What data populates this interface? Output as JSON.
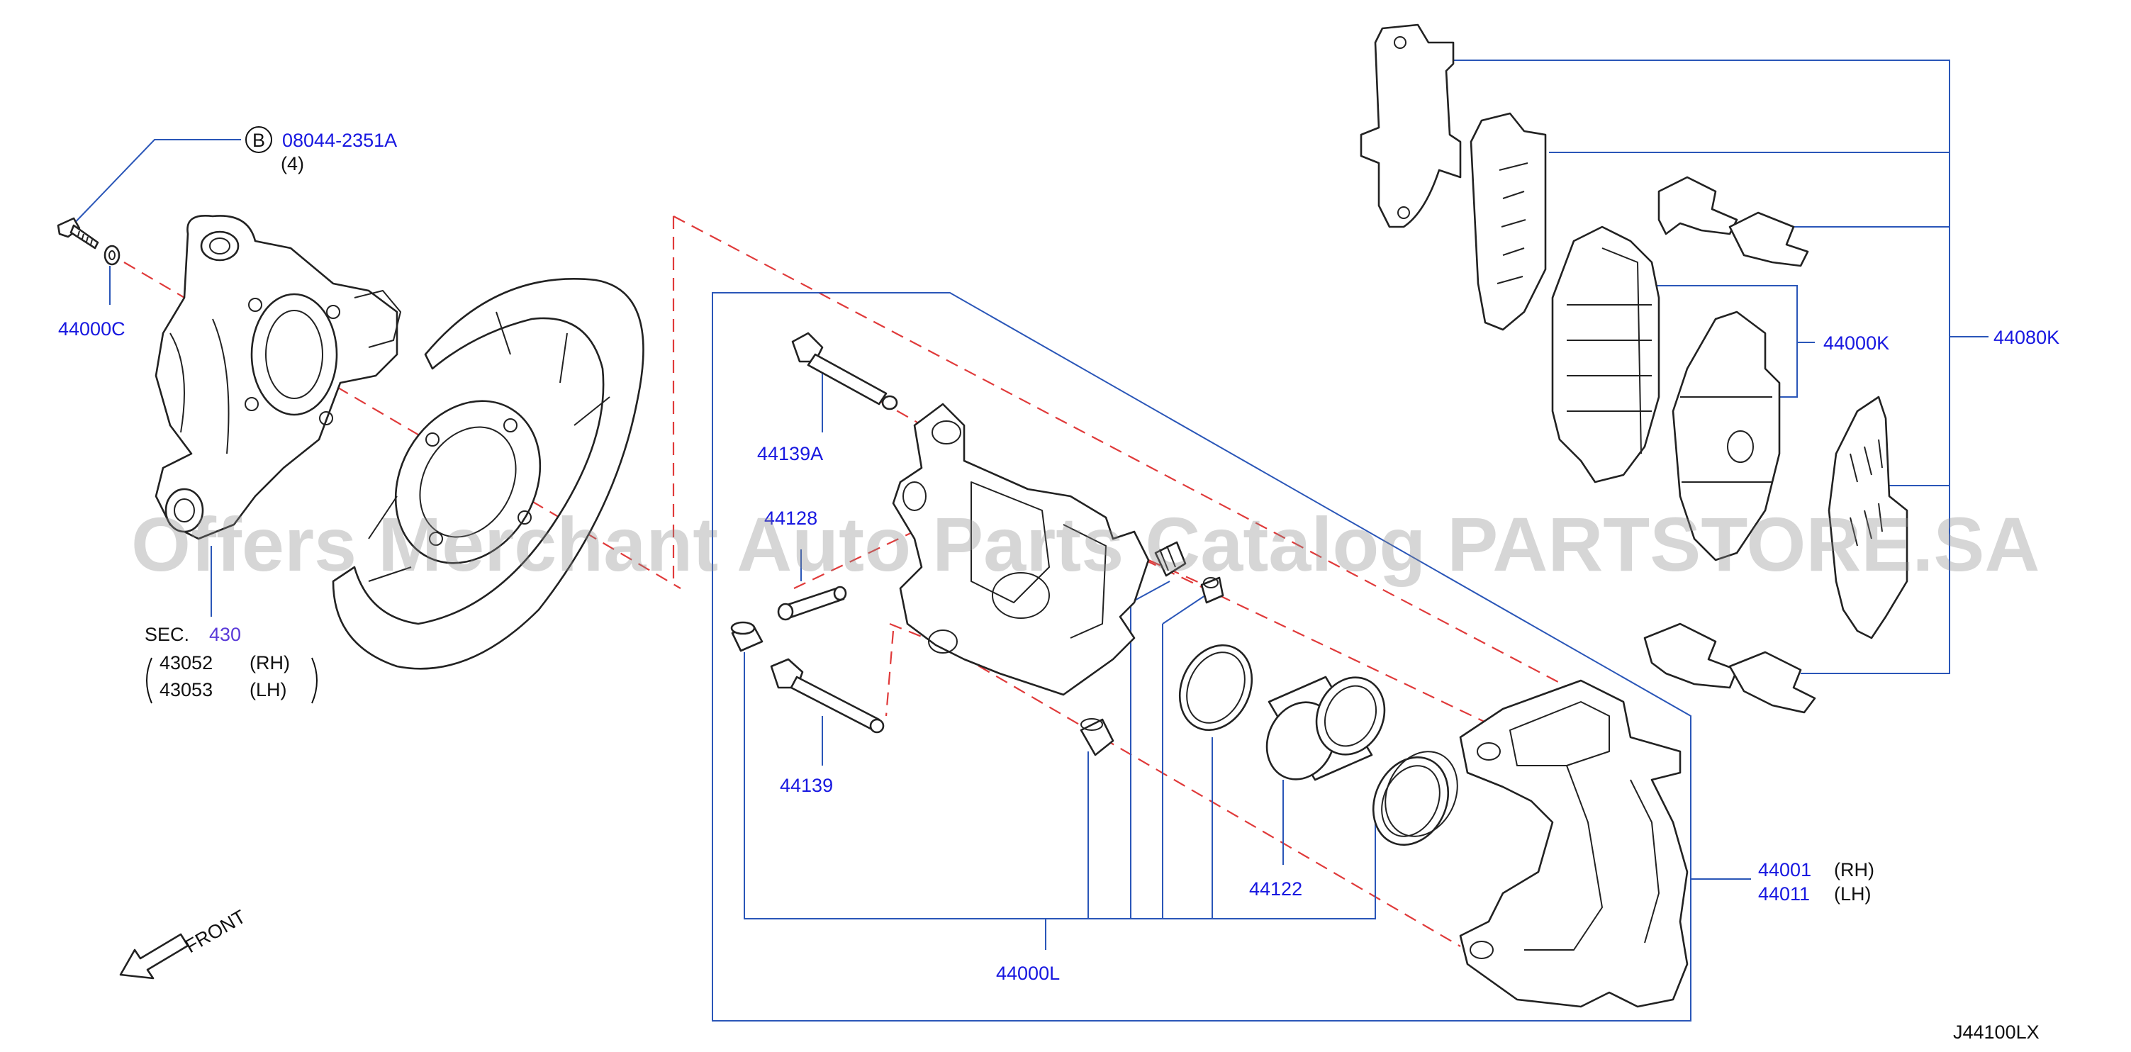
{
  "watermark": "Offers Merchant Auto Parts Catalog PARTSTORE.SA",
  "diagram_code": "J44100LX",
  "front_label": "FRONT",
  "bolt_callout": {
    "circle_letter": "B",
    "part_no": "08044-2351A",
    "qty": "(4)"
  },
  "knuckle": {
    "sec_prefix": "SEC.",
    "sec_no": "430",
    "rh_part": "43052",
    "rh_tag": "(RH)",
    "lh_part": "43053",
    "lh_tag": "(LH)"
  },
  "labels": {
    "p44000C": "44000C",
    "p44139A": "44139A",
    "p44128": "44128",
    "p44139": "44139",
    "p44122": "44122",
    "p44000L": "44000L",
    "p44000K": "44000K",
    "p44080K": "44080K",
    "p44001": "44001",
    "p44001_tag": "(RH)",
    "p44011": "44011",
    "p44011_tag": "(LH)"
  },
  "colors": {
    "callout": "#1818e0",
    "leader": "#2a56b8",
    "explode_line": "#e03a3a",
    "outline": "#222222"
  }
}
